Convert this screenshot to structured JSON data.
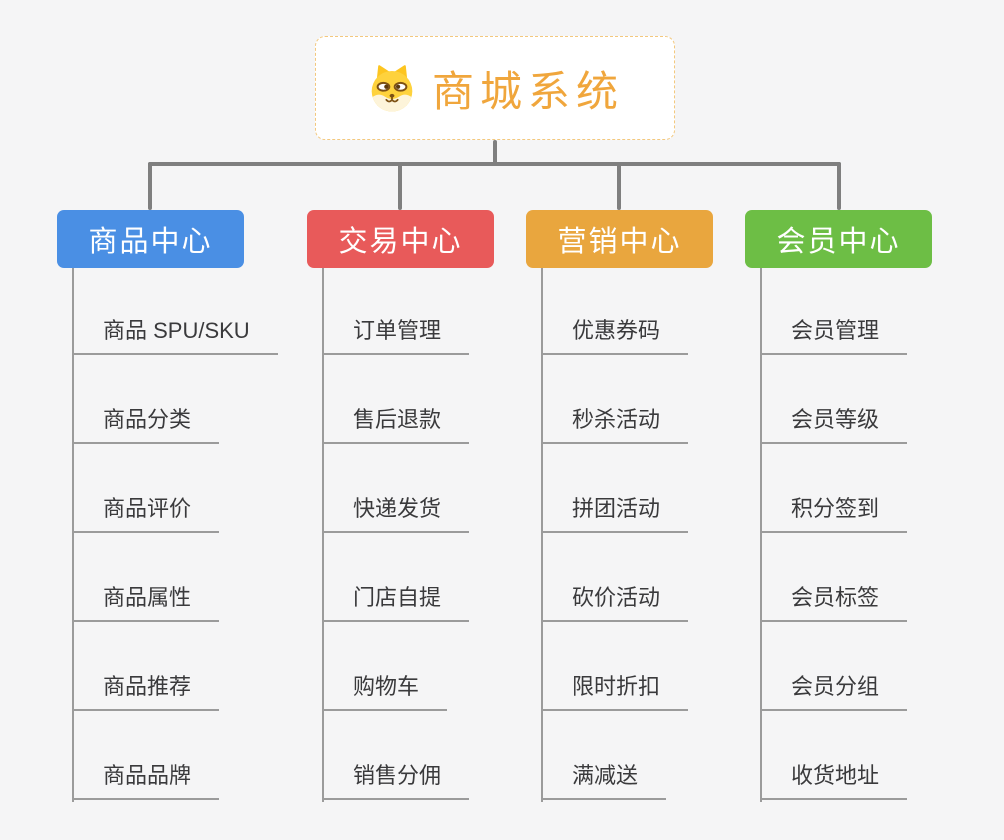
{
  "canvas": {
    "background": "#f5f5f6"
  },
  "root": {
    "title": "商城系统",
    "title_color": "#f0a63c",
    "border_color": "#f3c87e",
    "icon": "doge-icon"
  },
  "connectors": {
    "top_color": "#7f7f7f",
    "branch_color": "#9b9b9b",
    "underline_color": "#9b9b9b"
  },
  "child_text_color": "#3a3a3c",
  "branches": [
    {
      "id": "product-center",
      "label": "商品中心",
      "color": "#4a8fe4",
      "children": [
        "商品 SPU/SKU",
        "商品分类",
        "商品评价",
        "商品属性",
        "商品推荐",
        "商品品牌"
      ]
    },
    {
      "id": "trade-center",
      "label": "交易中心",
      "color": "#e85a5a",
      "children": [
        "订单管理",
        "售后退款",
        "快递发货",
        "门店自提",
        "购物车",
        "销售分佣"
      ]
    },
    {
      "id": "marketing-center",
      "label": "营销中心",
      "color": "#e9a63e",
      "children": [
        "优惠券码",
        "秒杀活动",
        "拼团活动",
        "砍价活动",
        "限时折扣",
        "满减送"
      ]
    },
    {
      "id": "member-center",
      "label": "会员中心",
      "color": "#6dbe45",
      "children": [
        "会员管理",
        "会员等级",
        "积分签到",
        "会员标签",
        "会员分组",
        "收货地址"
      ]
    }
  ]
}
